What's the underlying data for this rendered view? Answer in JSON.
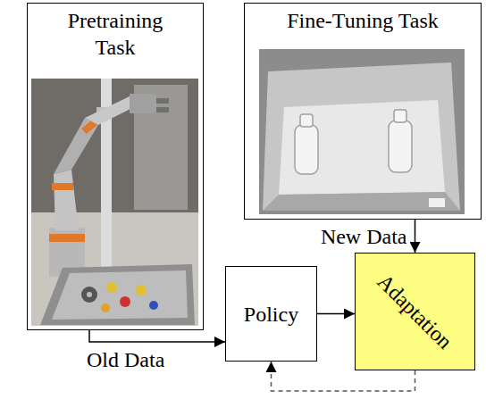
{
  "diagram": {
    "nodes": [
      {
        "text": [
          "Pretraining Task"
        ]
      },
      {
        "text": [
          "Fine-Tuning Task"
        ]
      },
      {
        "text": [
          "Policy"
        ]
      },
      {
        "text": [
          "Adaptation"
        ]
      }
    ],
    "edges": [
      {
        "from": 0,
        "to": 2,
        "label": "Old Data",
        "arrow": "to"
      },
      {
        "from": 1,
        "to": 3,
        "label": "New Data",
        "arrow": "to"
      },
      {
        "from": 2,
        "to": 3,
        "arrow": "to"
      },
      {
        "from": 3,
        "to": 2,
        "arrow": "to"
      }
    ]
  }
}
